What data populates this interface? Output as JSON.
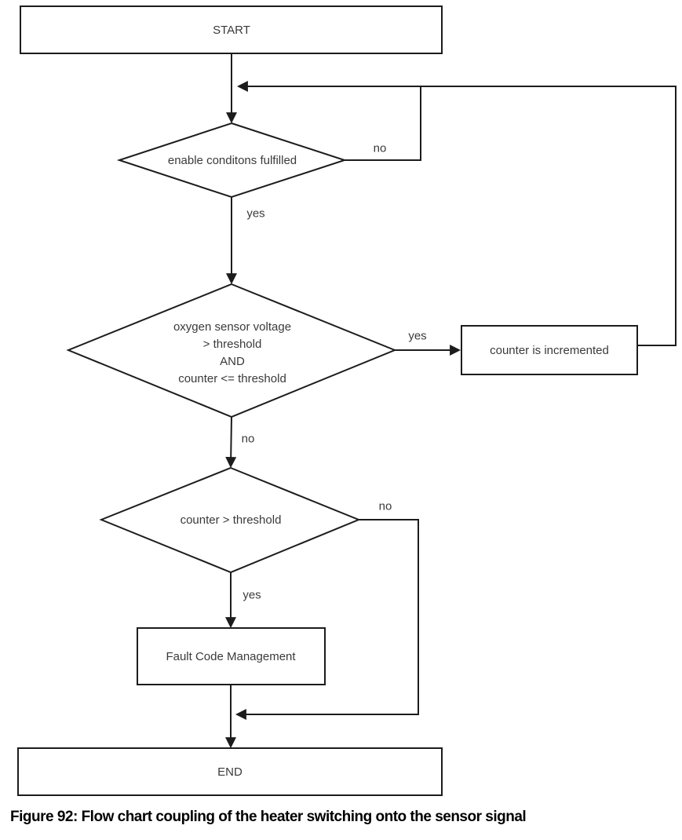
{
  "figure": {
    "caption": "Figure 92: Flow chart coupling of the heater switching onto the sensor signal"
  },
  "nodes": {
    "start": {
      "label": "START",
      "type": "terminator"
    },
    "enable_check": {
      "label": "enable conditons fulfilled",
      "type": "decision"
    },
    "voltage_check": {
      "type": "decision",
      "line1": "oxygen sensor voltage",
      "line2": "> threshold",
      "line3": "AND",
      "line4": "counter <= threshold"
    },
    "counter_increment": {
      "label": "counter is incremented",
      "type": "process"
    },
    "counter_check": {
      "label": "counter > threshold",
      "type": "decision"
    },
    "fault_code": {
      "label": "Fault Code Management",
      "type": "process"
    },
    "end": {
      "label": "END",
      "type": "terminator"
    }
  },
  "edge_labels": {
    "enable_no": "no",
    "enable_yes": "yes",
    "voltage_yes": "yes",
    "voltage_no": "no",
    "counter_no": "no",
    "counter_yes": "yes"
  },
  "colors": {
    "line": "#1c1c1c",
    "text": "#3a3a3a",
    "caption_text": "#000000",
    "background": "#ffffff"
  }
}
